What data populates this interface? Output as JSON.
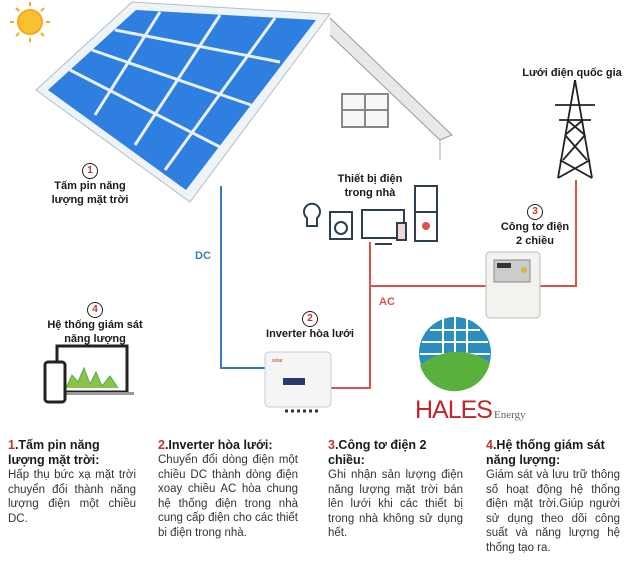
{
  "labels": {
    "panel": {
      "num": "1",
      "text1": "Tấm pin năng",
      "text2": "lượng mặt trời"
    },
    "appliances": {
      "text1": "Thiết bị điện",
      "text2": "trong nhà"
    },
    "grid": "Lưới điện quốc gia",
    "meter": {
      "num": "3",
      "text1": "Công tơ điện",
      "text2": "2 chiều"
    },
    "inverter": {
      "num": "2",
      "text": "Inverter hòa lưới"
    },
    "monitor": {
      "num": "4",
      "text1": "Hệ thống giám sát",
      "text2": "năng lượng"
    },
    "dc": "DC",
    "ac": "AC"
  },
  "logo": {
    "brand": "HALES",
    "suffix": "Energy"
  },
  "descriptions": [
    {
      "num": "1",
      "title": ".Tấm pin năng lượng mặt trời:",
      "body": "Hấp thụ bức xạ mặt trời chuyển đổi thành năng lượng điện một chiều DC."
    },
    {
      "num": "2",
      "title": ".Inverter hòa lưới:",
      "body": "Chuyển đổi dòng điện một chiều DC thành dòng điện xoay chiều AC hòa chung hệ thống điện trong nhà cung cấp điện cho các thiết bi điện trong nhà."
    },
    {
      "num": "3",
      "title": ".Công tơ điện 2 chiều:",
      "body": "Ghi nhận sản lượng điện năng lượng mặt trời bán lên lưới khi các thiết bị trong nhà không sử dụng hết."
    },
    {
      "num": "4",
      "title": ".Hệ thống giám sát năng lượng:",
      "body": "Giám sát và lưu trữ thông số hoạt động hệ thống điện mặt trời.Giúp người sử dụng theo dõi công suất và năng lượng hệ thống tạo ra."
    }
  ],
  "colors": {
    "dc": "#3a7cb8",
    "ac": "#d9534f",
    "panel": "#2f7fe0",
    "accent": "#c0392b"
  }
}
